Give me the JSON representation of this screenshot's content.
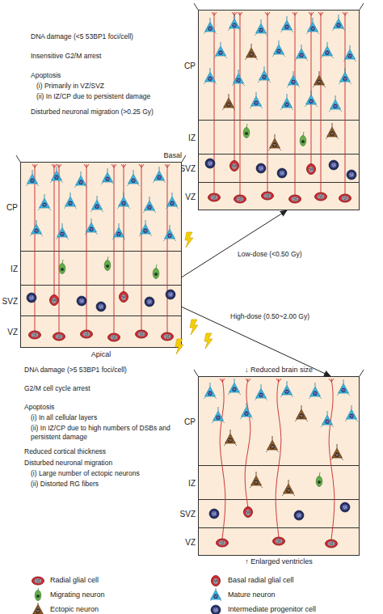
{
  "diagram": {
    "nodes": [
      {
        "text": []
      },
      {
        "text": [
          "CP"
        ],
        "in": 0
      },
      {
        "text": [
          "IZ"
        ],
        "in": 0
      },
      {
        "text": [
          "SVZ"
        ],
        "in": 0
      },
      {
        "text": [
          "VZ"
        ],
        "in": 0
      },
      {
        "text": [
          "Basal",
          "Apical"
        ]
      },
      {
        "text": [
          "CP"
        ],
        "in": 5
      },
      {
        "text": [
          "IZ"
        ],
        "in": 5
      },
      {
        "text": [
          "SVZ"
        ],
        "in": 5
      },
      {
        "text": [
          "VZ"
        ],
        "in": 5
      },
      {
        "text": [
          "↓ Reduced brain size",
          "↑ Enlarged ventricles"
        ]
      },
      {
        "text": [
          "CP"
        ],
        "in": 10
      },
      {
        "text": [
          "IZ"
        ],
        "in": 10
      },
      {
        "text": [
          "SVZ"
        ],
        "in": 10
      },
      {
        "text": [
          "VZ"
        ],
        "in": 10
      }
    ],
    "edges": [
      {
        "from": 5,
        "to": 0,
        "arrow": "to",
        "label": "Low-dose (<0.50 Gy)"
      },
      {
        "from": 5,
        "to": 10,
        "arrow": "to",
        "label": "High-dose (0.50~2.00 Gy)"
      }
    ],
    "labels": [
      "DNA damage (<5 53BP1 foci/cell)",
      "Insensitive G2/M arrest",
      "Apoptosis",
      "(i) Primarily in VZ/SVZ",
      "(ii) In IZ/CP due to persistent damage",
      "Disturbed neuronal migration (>0.25 Gy)",
      "DNA damage (>5 53BP1 foci/cell)",
      "G2/M cell cycle arrest",
      "Apoptosis",
      "(i) In all cellular layers",
      "(ii) In IZ/CP due to high numbers of DSBs and persistent damage",
      "Reduced cortical thickness",
      "Disturbed neuronal migration",
      "(i) Large number of ectopic neurons",
      "(ii) Distorted RG fibers"
    ],
    "legend": [
      {
        "text": "Radial glial cell"
      },
      {
        "text": "Basal radial glial cell"
      },
      {
        "text": "Migrating neuron"
      },
      {
        "text": "Mature neuron"
      },
      {
        "text": "Ectopic neuron"
      },
      {
        "text": "Intermediate progenitor cell"
      }
    ]
  }
}
